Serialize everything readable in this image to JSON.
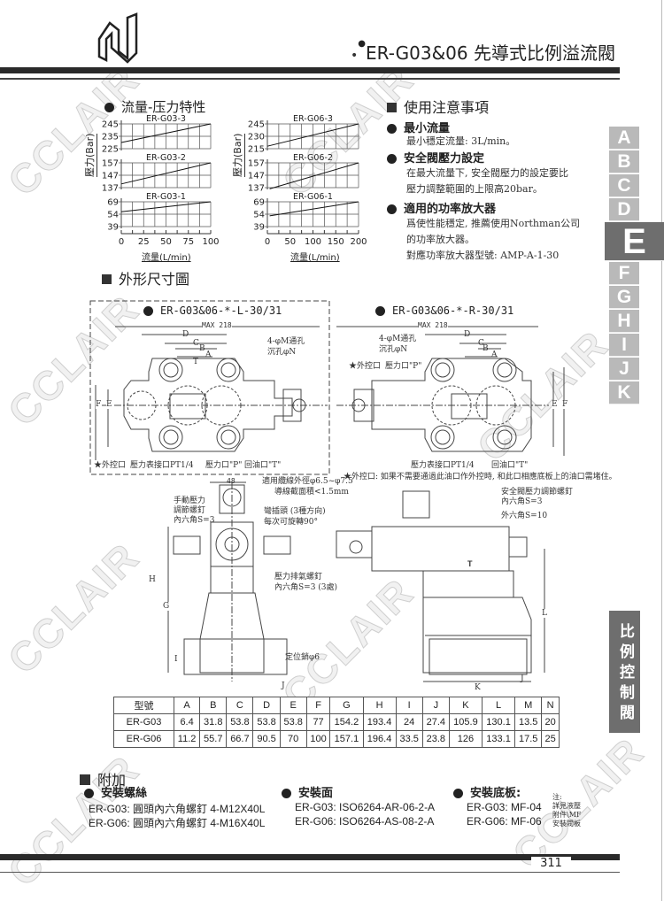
{
  "watermark": "CCLAIR",
  "header": {
    "title": "ER-G03&06 先導式比例溢流閥"
  },
  "sidebar": {
    "tabs": [
      "A",
      "B",
      "C",
      "D",
      "E",
      "F",
      "G",
      "H",
      "I",
      "J",
      "K"
    ],
    "active": "E",
    "category": "比例控制閥"
  },
  "characteristics": {
    "heading": "流量-压力特性",
    "ylabel": "壓力(Bar)",
    "xlabel": "流量(L/min)"
  },
  "chart_data": [
    {
      "type": "line",
      "xlabel": "流量(L/min)",
      "ylabel": "壓力(Bar)",
      "xlim": [
        0,
        100
      ],
      "xticks": [
        "0",
        "25",
        "50",
        "75",
        "100"
      ],
      "panels": [
        {
          "title": "ER-G03-3",
          "yticks": [
            "245",
            "235",
            "225"
          ],
          "ylim": [
            225,
            245
          ],
          "x": [
            0,
            100
          ],
          "y": [
            230,
            245
          ]
        },
        {
          "title": "ER-G03-2",
          "yticks": [
            "157",
            "147",
            "137"
          ],
          "ylim": [
            137,
            157
          ],
          "x": [
            0,
            100
          ],
          "y": [
            140,
            157
          ]
        },
        {
          "title": "ER-G03-1",
          "yticks": [
            "69",
            "54",
            "39"
          ],
          "ylim": [
            39,
            69
          ],
          "x": [
            0,
            100
          ],
          "y": [
            57,
            69
          ]
        }
      ]
    },
    {
      "type": "line",
      "xlabel": "流量(L/min)",
      "ylabel": "壓力(Bar)",
      "xlim": [
        0,
        200
      ],
      "xticks": [
        "0",
        "50",
        "100",
        "150",
        "200"
      ],
      "panels": [
        {
          "title": "ER-G06-3",
          "yticks": [
            "245",
            "230",
            "215"
          ],
          "ylim": [
            215,
            245
          ],
          "x": [
            0,
            200
          ],
          "y": [
            218,
            245
          ]
        },
        {
          "title": "ER-G06-2",
          "yticks": [
            "157",
            "147",
            "137"
          ],
          "ylim": [
            137,
            157
          ],
          "x": [
            5,
            200
          ],
          "y": [
            136,
            157
          ]
        },
        {
          "title": "ER-G06-1",
          "yticks": [
            "69",
            "54",
            "39"
          ],
          "ylim": [
            39,
            69
          ],
          "x": [
            5,
            200
          ],
          "y": [
            52,
            69
          ]
        }
      ]
    }
  ],
  "notes": {
    "heading": "使用注意事項",
    "items": [
      {
        "title": "最小流量",
        "lines": [
          "最小穩定流量: 3L/min。"
        ]
      },
      {
        "title": "安全閥壓力設定",
        "lines": [
          "在最大流量下, 安全閥壓力的設定要比",
          "壓力調整範圍的上限高20bar。"
        ]
      },
      {
        "title": "適用的功率放大器",
        "lines": [
          "爲使性能穩定, 推薦使用Northman公司",
          "的功率放大器。",
          "對應功率放大器型號: AMP-A-1-30"
        ]
      }
    ]
  },
  "dimensions": {
    "heading": "外形尺寸圖",
    "left_title": "ER-G03&06-*-L-30/31",
    "right_title": "ER-G03&06-*-R-30/31",
    "max": "MAX 218",
    "labels": {
      "D": "D",
      "C": "C",
      "B": "B",
      "A": "A",
      "T": "T",
      "E": "E",
      "F": "F",
      "G": "G",
      "H": "H",
      "I": "I",
      "J": "J",
      "K": "K",
      "L": "L",
      "W": "48",
      "holes1": "4-φM通孔",
      "holes2": "沉孔φN",
      "ext": "★外控口",
      "gauge": "壓力表接口PT1/4",
      "p": "壓力口\"P\"",
      "t": "回油口\"T\"",
      "ext_note": "★外控口: 如果不需要通過此油口作外控時, 和此口相應底板上的油口需堵住。",
      "cable1": "適用纜線外徑φ6.5~φ7.5",
      "cable2": "導線截面積<1.5mm",
      "plug1": "彎插頭 (3種方向)",
      "plug2": "每次可旋轉90°",
      "manual1": "手動壓力",
      "manual2": "調節螺釘",
      "manual3": "內六角S=3",
      "bleed1": "壓力排氣螺釘",
      "bleed2": "內六角S=3 (3處)",
      "pin": "定位銷φ6",
      "safety1": "安全閥壓力調節螺釘",
      "safety2": "內六角S=3",
      "hex": "外六角S=10",
      "tport": "T"
    }
  },
  "table": {
    "headers": [
      "型號",
      "A",
      "B",
      "C",
      "D",
      "E",
      "F",
      "G",
      "H",
      "I",
      "J",
      "K",
      "L",
      "M",
      "N"
    ],
    "rows": [
      [
        "ER-G03",
        "6.4",
        "31.8",
        "53.8",
        "53.8",
        "53.8",
        "77",
        "154.2",
        "193.4",
        "24",
        "27.4",
        "105.9",
        "130.1",
        "13.5",
        "20"
      ],
      [
        "ER-G06",
        "11.2",
        "55.7",
        "66.7",
        "90.5",
        "70",
        "100",
        "157.1",
        "196.4",
        "33.5",
        "23.8",
        "126",
        "133.1",
        "17.5",
        "25"
      ]
    ]
  },
  "accessories": {
    "heading": "附加",
    "groups": [
      {
        "title": "安裝螺絲",
        "lines": [
          "ER-G03:  圓頭內六角螺釘 4-M12X40L",
          "ER-G06:  圓頭內六角螺釘 4-M16X40L"
        ]
      },
      {
        "title": "安裝面",
        "lines": [
          "ER-G03:  ISO6264-AR-06-2-A",
          "ER-G06:  ISO6264-AS-08-2-A"
        ]
      },
      {
        "title": "安裝底板:",
        "lines": [
          "ER-G03:  MF-04",
          "ER-G06:  MF-06"
        ]
      }
    ],
    "note": [
      "注:",
      "詳見液壓",
      "附件\\MF",
      "安裝閥板"
    ]
  },
  "footer": {
    "page": "311"
  }
}
